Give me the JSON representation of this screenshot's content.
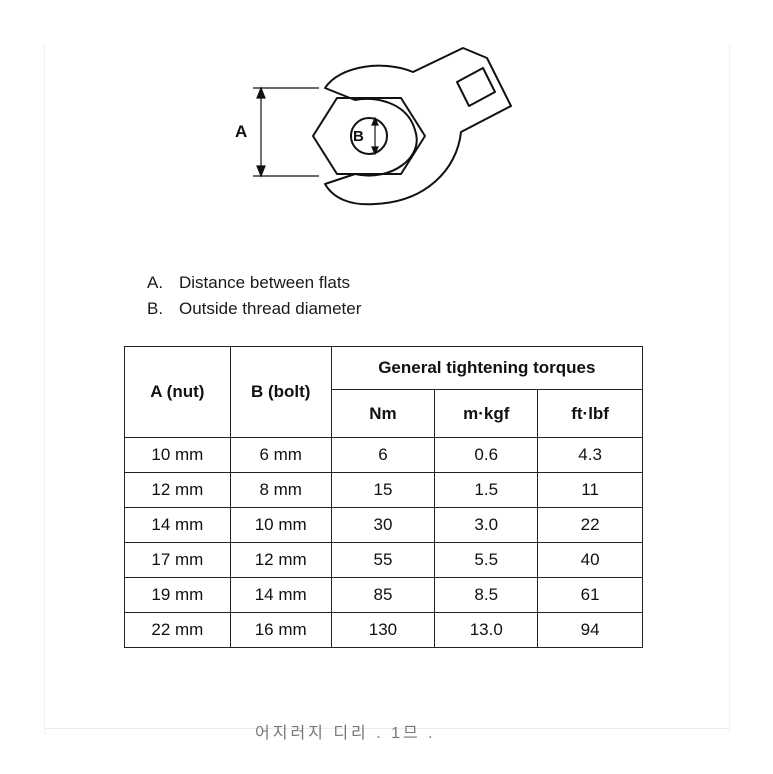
{
  "diagram": {
    "label_a": "A",
    "label_b": "B"
  },
  "legend": [
    {
      "letter": "A.",
      "text": "Distance between flats"
    },
    {
      "letter": "B.",
      "text": "Outside thread diameter"
    }
  ],
  "table": {
    "col_a": "A (nut)",
    "col_b": "B (bolt)",
    "group_header": "General tightening torques",
    "unit_headers": [
      "Nm",
      "m·kgf",
      "ft·lbf"
    ],
    "rows": [
      [
        "10 mm",
        "6 mm",
        "6",
        "0.6",
        "4.3"
      ],
      [
        "12 mm",
        "8 mm",
        "15",
        "1.5",
        "11"
      ],
      [
        "14 mm",
        "10 mm",
        "30",
        "3.0",
        "22"
      ],
      [
        "17 mm",
        "12 mm",
        "55",
        "5.5",
        "40"
      ],
      [
        "19 mm",
        "14 mm",
        "85",
        "8.5",
        "61"
      ],
      [
        "22 mm",
        "16 mm",
        "130",
        "13.0",
        "94"
      ]
    ]
  },
  "footer_cut": "어지러지 디리 . 1므 ."
}
